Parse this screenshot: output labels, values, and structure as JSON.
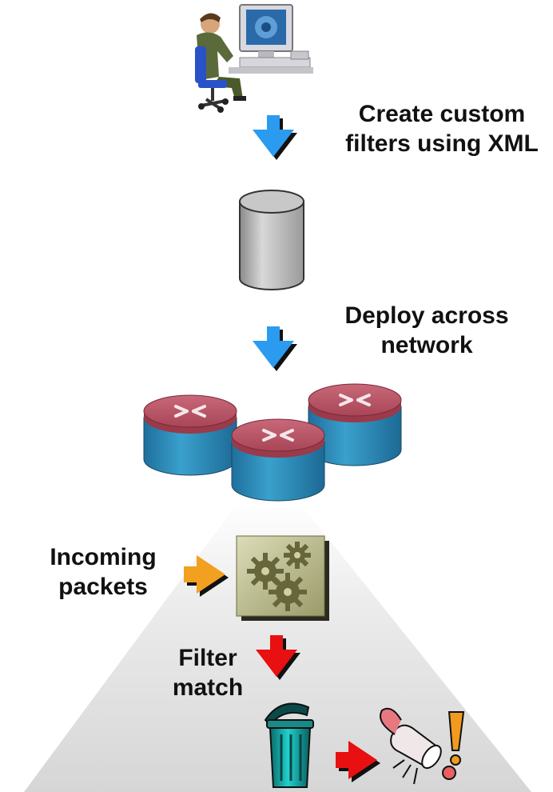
{
  "steps": {
    "create": {
      "line1": "Create custom",
      "line2": "filters using XML"
    },
    "deploy": {
      "line1": "Deploy across",
      "line2": "network"
    },
    "incoming": {
      "line1": "Incoming",
      "line2": "packets"
    },
    "filter": {
      "line1": "Filter",
      "line2": "match"
    }
  },
  "icons": {
    "user": "user-at-computer-icon",
    "database": "database-cylinder-icon",
    "routers": "router-icon",
    "gears": "gears-icon",
    "trash": "trash-can-icon",
    "alert": "alert-megaphone-icon"
  },
  "colors": {
    "blue_arrow": "#2b9bf0",
    "orange_arrow": "#f2a020",
    "red_arrow": "#e81010",
    "router_top": "#b85060",
    "router_body": "#2a8ab8",
    "cone_fill": "#e6e6e6"
  }
}
